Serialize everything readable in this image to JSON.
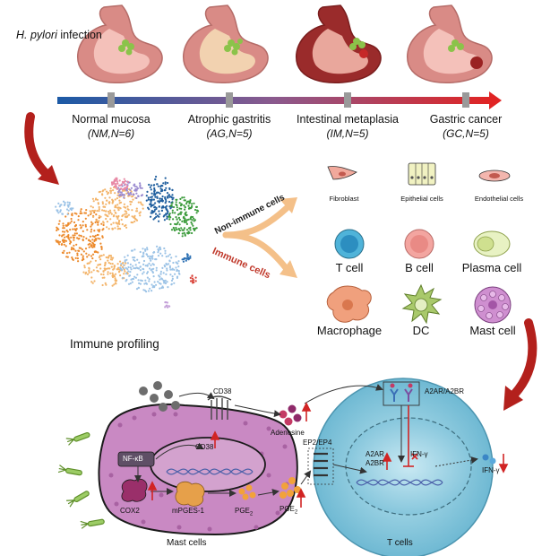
{
  "header": {
    "infection_species": "H. pylori",
    "infection_word": "infection"
  },
  "stages": [
    {
      "name": "Normal mucosa",
      "n": "(NM,N=6)"
    },
    {
      "name": "Atrophic gastritis",
      "n": "(AG,N=5)"
    },
    {
      "name": "Intestinal metaplasia",
      "n": "(IM,N=5)"
    },
    {
      "name": "Gastric cancer",
      "n": "(GC,N=5)"
    }
  ],
  "profiling": {
    "title": "Immune profiling",
    "non_immune": "Non-immune cells",
    "immune": "Immune cells"
  },
  "non_immune_cells": [
    "Fibroblast",
    "Epithelial cells",
    "Endothelial cells"
  ],
  "immune_cells": [
    "T cell",
    "B cell",
    "Plasma cell",
    "Macrophage",
    "DC",
    "Mast cell"
  ],
  "mechanism": {
    "cd38_surface": "CD38",
    "cd38_gene": "CD38",
    "nfkb": "NF-κB",
    "cox2": "COX2",
    "mpges1": "mPGES-1",
    "pge2_inside": "PGE",
    "pge2_outside": "PGE",
    "pge2_sub": "2",
    "adenosine": "Adenosine",
    "ep_receptors": "EP2/EP4",
    "a2ar_a2br_top": "A2AR/A2BR",
    "a2ar": "A2AR",
    "a2br": "A2BR",
    "ifng_inside": "IFN-γ",
    "ifng_outside": "IFN-γ",
    "mast_cells": "Mast cells",
    "t_cells": "T cells"
  },
  "colors": {
    "timeline_start": "#1c5aa6",
    "timeline_end": "#e02424",
    "red_arrow": "#b3201c",
    "immune_orange": "#ec8a2c",
    "mast_cell": "#c987c0",
    "t_cell": "#8fcfe0"
  }
}
